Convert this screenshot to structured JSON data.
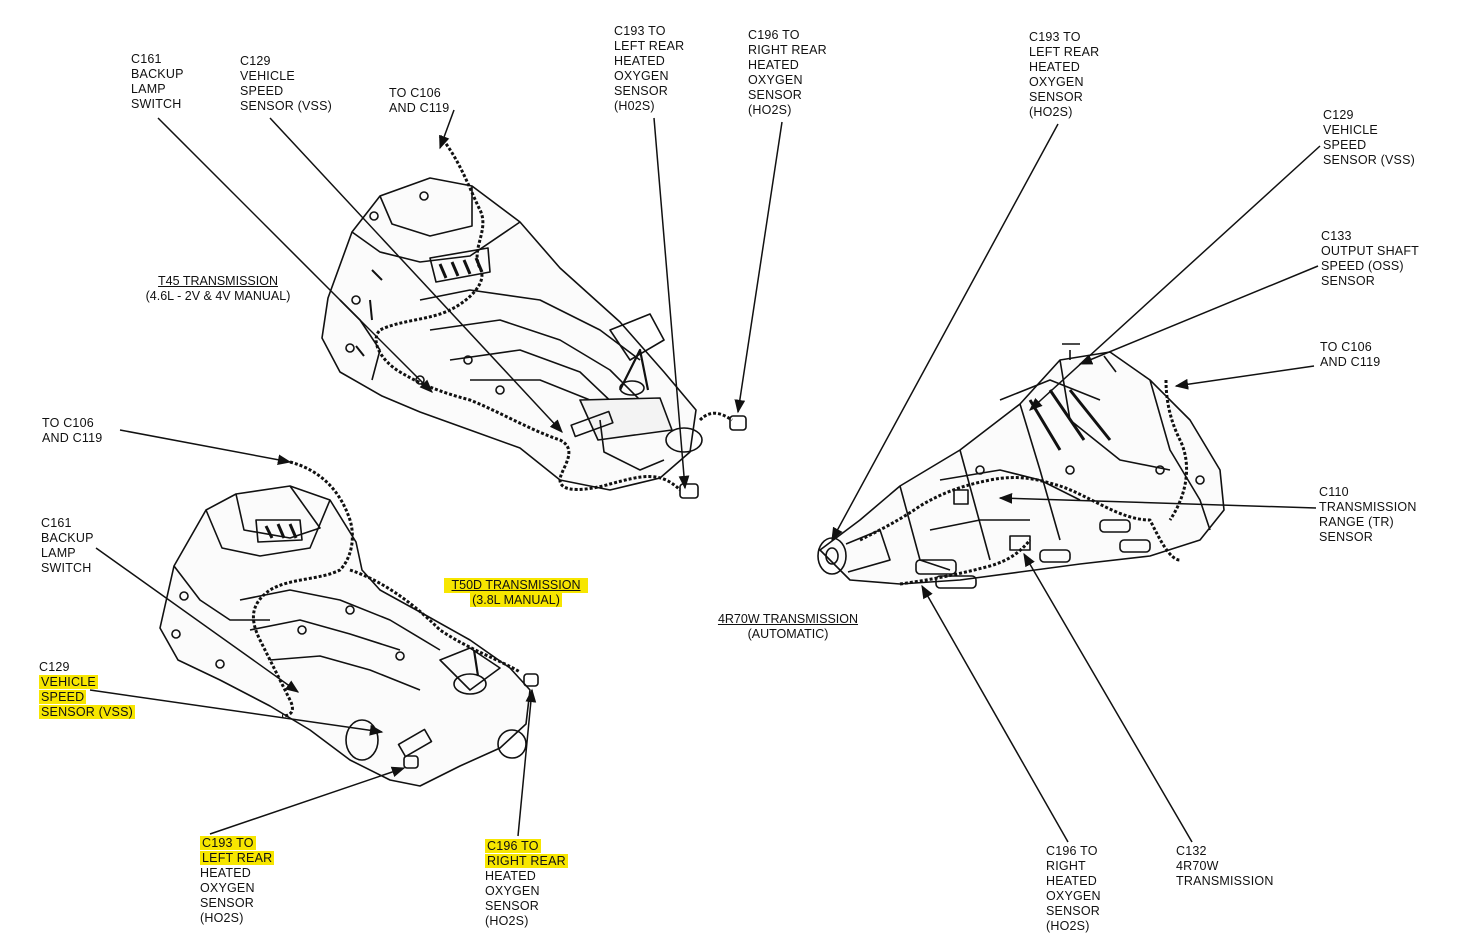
{
  "colors": {
    "ink": "#111111",
    "highlight": "#f7e600",
    "background": "#ffffff"
  },
  "titles": {
    "t45": {
      "line1": "T45 TRANSMISSION",
      "line2": "(4.6L - 2V & 4V MANUAL)"
    },
    "t50d": {
      "line1": "T50D TRANSMISSION",
      "line2": "(3.8L MANUAL)"
    },
    "r4r70w": {
      "line1": "4R70W TRANSMISSION",
      "line2": "(AUTOMATIC)"
    }
  },
  "labels": {
    "t45_c161": [
      "C161",
      "BACKUP",
      "LAMP",
      "SWITCH"
    ],
    "t45_c129": [
      "C129",
      "VEHICLE",
      "SPEED",
      "SENSOR (VSS)"
    ],
    "t45_to_c106": [
      "TO C106",
      "AND C119"
    ],
    "t45_c193": [
      "C193 TO",
      "LEFT REAR",
      "HEATED",
      "OXYGEN",
      "SENSOR",
      "(H02S)"
    ],
    "t45_c196": [
      "C196 TO",
      "RIGHT REAR",
      "HEATED",
      "OXYGEN",
      "SENSOR",
      "(HO2S)"
    ],
    "t50_to_c106": [
      "TO C106",
      "AND C119"
    ],
    "t50_c161": [
      "C161",
      "BACKUP",
      "LAMP",
      "SWITCH"
    ],
    "t50_c129": [
      "C129",
      "VEHICLE",
      "SPEED",
      "SENSOR (VSS)"
    ],
    "t50_c193": [
      "C193 TO",
      "LEFT REAR",
      "HEATED",
      "OXYGEN",
      "SENSOR",
      "(HO2S)"
    ],
    "t50_c196": [
      "C196 TO",
      "RIGHT REAR",
      "HEATED",
      "OXYGEN",
      "SENSOR",
      "(HO2S)"
    ],
    "r_c193": [
      "C193 TO",
      "LEFT REAR",
      "HEATED",
      "OXYGEN",
      "SENSOR",
      "(HO2S)"
    ],
    "r_c129": [
      "C129",
      "VEHICLE",
      "SPEED",
      "SENSOR (VSS)"
    ],
    "r_c133": [
      "C133",
      "OUTPUT SHAFT",
      "SPEED (OSS)",
      "SENSOR"
    ],
    "r_to_c106": [
      "TO C106",
      "AND C119"
    ],
    "r_c110": [
      "C110",
      "TRANSMISSION",
      "RANGE (TR)",
      "SENSOR"
    ],
    "r_c196": [
      "C196 TO",
      "RIGHT",
      "HEATED",
      "OXYGEN",
      "SENSOR",
      "(HO2S)"
    ],
    "r_c132": [
      "C132",
      "4R70W",
      "TRANSMISSION"
    ]
  }
}
